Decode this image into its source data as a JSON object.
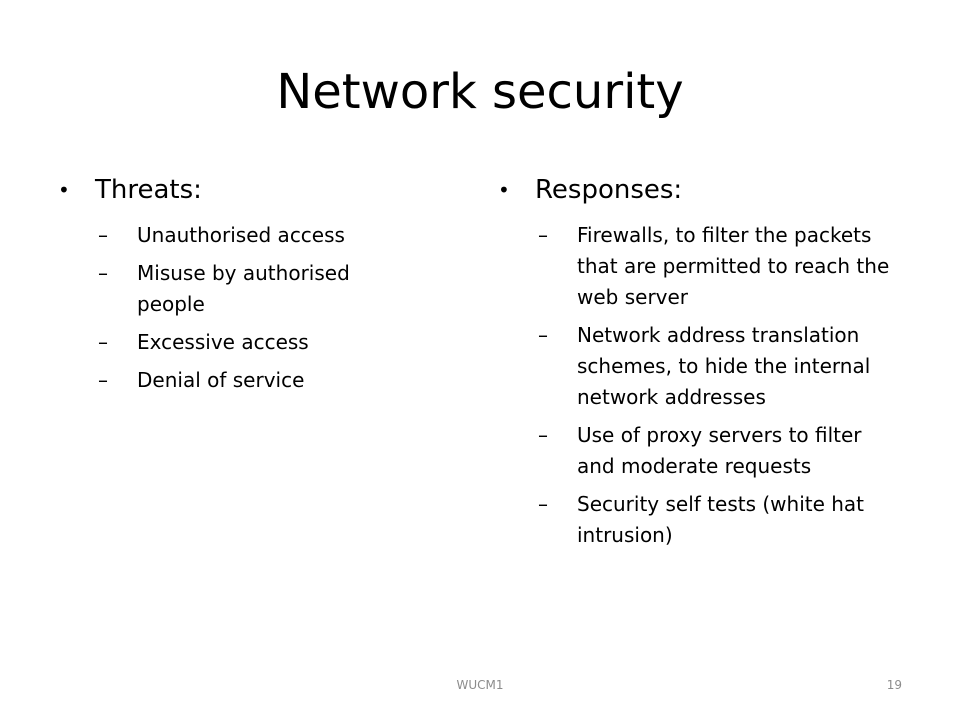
{
  "slide": {
    "title": "Network security",
    "left": {
      "heading": "Threats:",
      "items": [
        "Unauthorised access",
        "Misuse by authorised people",
        "Excessive access",
        "Denial of service"
      ]
    },
    "right": {
      "heading": "Responses:",
      "items": [
        "Firewalls, to filter the packets that are permitted to reach the web server",
        "Network address translation schemes, to hide the internal network addresses",
        "Use of proxy servers to filter and moderate requests",
        "Security self tests (white hat intrusion)"
      ]
    },
    "bullet_symbol": "•",
    "dash_symbol": "–"
  },
  "footer": {
    "label": "WUCM1",
    "page_number": "19"
  }
}
